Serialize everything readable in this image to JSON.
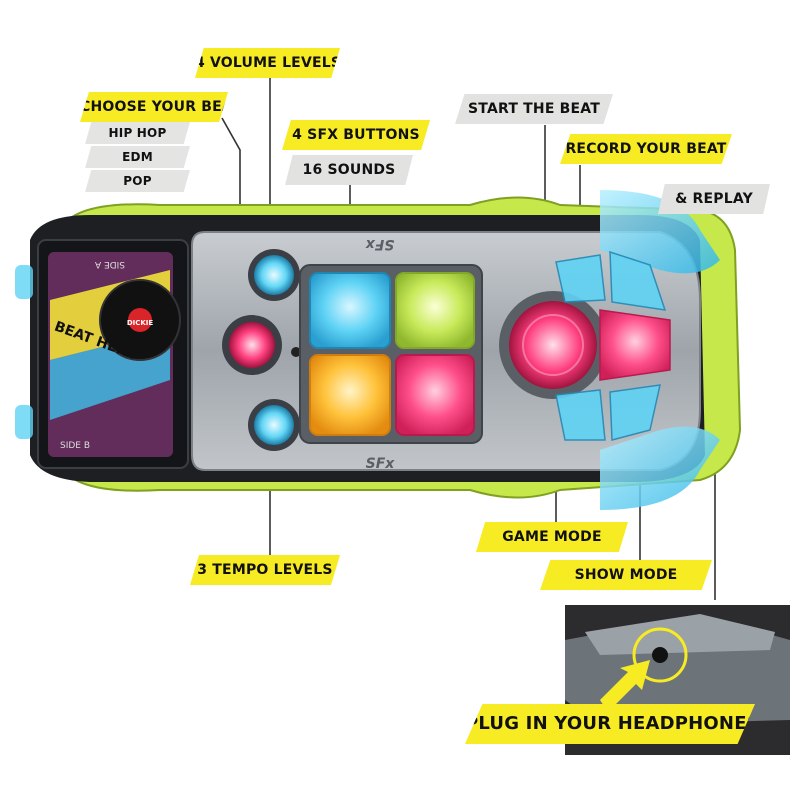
{
  "callouts": {
    "volume": "4 VOLUME LEVELS",
    "choose_beat": "CHOOSE YOUR BEAT",
    "beats": [
      "HIP HOP",
      "EDM",
      "POP"
    ],
    "sfx_buttons": "4 SFX BUTTONS",
    "sounds": "16 SOUNDS",
    "start_beat": "START THE BEAT",
    "record_beat": "RECORD YOUR BEAT",
    "replay": "& REPLAY",
    "tempo": "3 TEMPO LEVELS",
    "game_mode": "GAME MODE",
    "show_mode": "SHOW MODE",
    "headphones": "PLUG IN YOUR HEADPHONES"
  },
  "toy": {
    "sfx_label": "SFx",
    "brand": "DICKIE",
    "side_a": "SIDE A",
    "side_b": "SIDE B",
    "logo_text": "BEAT HERO"
  },
  "colors": {
    "callout_yellow": "#f7ec24",
    "callout_grey": "#e2e3e1",
    "pad_blue": "#5fd3f5",
    "pad_green": "#c8ea5a",
    "pad_orange": "#ffc23a",
    "pad_pink": "#ff4f8a",
    "lime_trim": "#c6e84a"
  }
}
